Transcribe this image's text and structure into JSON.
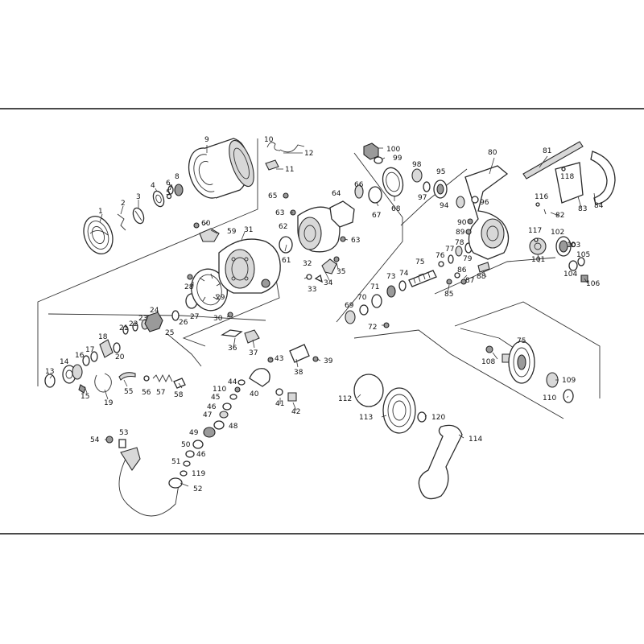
{
  "diagram": {
    "part_numbers": [
      "1",
      "2",
      "3",
      "4",
      "5",
      "6",
      "7",
      "8",
      "9",
      "10",
      "11",
      "12",
      "13",
      "14",
      "15",
      "16",
      "17",
      "18",
      "19",
      "20",
      "21",
      "22",
      "23",
      "24",
      "25",
      "26",
      "27",
      "28",
      "29",
      "30",
      "31",
      "32",
      "33",
      "34",
      "35",
      "36",
      "37",
      "38",
      "39",
      "40",
      "41",
      "42",
      "43",
      "44",
      "45",
      "46",
      "47",
      "48",
      "49",
      "50",
      "51",
      "52",
      "53",
      "54",
      "55",
      "56",
      "57",
      "58",
      "59",
      "60",
      "61",
      "62",
      "63",
      "64",
      "65",
      "66",
      "67",
      "68",
      "69",
      "70",
      "71",
      "72",
      "73",
      "74",
      "75",
      "76",
      "77",
      "78",
      "79",
      "80",
      "81",
      "82",
      "83",
      "84",
      "85",
      "86",
      "87",
      "88",
      "89",
      "90",
      "94",
      "95",
      "96",
      "97",
      "98",
      "99",
      "100",
      "101",
      "102",
      "103",
      "104",
      "105",
      "106",
      "108",
      "109",
      "110",
      "112",
      "113",
      "114",
      "116",
      "117",
      "118",
      "119",
      "120"
    ]
  }
}
